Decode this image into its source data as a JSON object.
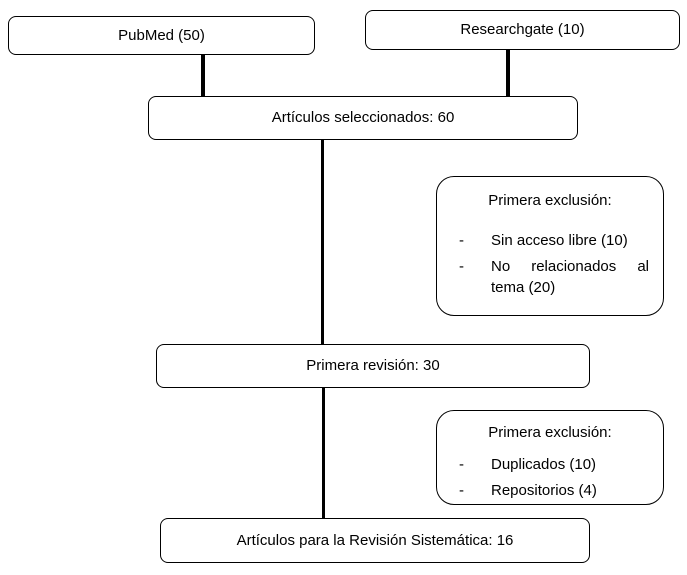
{
  "diagram": {
    "sources": [
      {
        "label": "PubMed (50)"
      },
      {
        "label": "Researchgate (10)"
      }
    ],
    "selected": {
      "label": "Artículos seleccionados: 60"
    },
    "exclusion1": {
      "title": "Primera exclusión:",
      "bullet": "-",
      "items": [
        "Sin acceso libre (10)",
        "No relacionados al tema (20)"
      ]
    },
    "review1": {
      "label": "Primera revisión: 30"
    },
    "exclusion2": {
      "title": "Primera exclusión:",
      "bullet": "-",
      "items": [
        "Duplicados (10)",
        "Repositorios (4)"
      ]
    },
    "final": {
      "label": "Artículos para la Revisión Sistemática: 16"
    }
  }
}
